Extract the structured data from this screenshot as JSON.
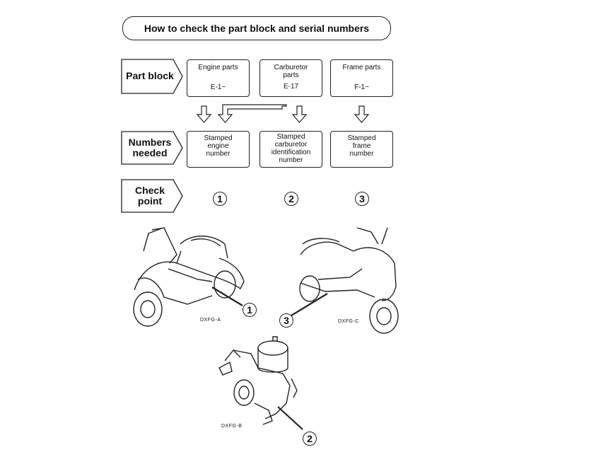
{
  "title": "How to check the part block and serial numbers",
  "rows": {
    "part_block": "Part block",
    "numbers_needed": [
      "Numbers",
      "needed"
    ],
    "check_point": [
      "Check",
      "point"
    ]
  },
  "part_blocks": [
    {
      "name_lines": [
        "Engine parts"
      ],
      "code": "E-1~"
    },
    {
      "name_lines": [
        "Carburetor",
        "parts"
      ],
      "code": "E-17"
    },
    {
      "name_lines": [
        "Frame parts"
      ],
      "code": "F-1~"
    }
  ],
  "numbers": [
    {
      "lines": [
        "Stamped",
        "engine",
        "number"
      ]
    },
    {
      "lines": [
        "Stamped",
        "carburetor",
        "identification",
        "number"
      ]
    },
    {
      "lines": [
        "Stamped",
        "frame",
        "number"
      ]
    }
  ],
  "check_points": [
    "1",
    "2",
    "3"
  ],
  "figures": {
    "engine": {
      "code": "DXFG-A",
      "callout": "1"
    },
    "frame": {
      "code": "DXFG-C",
      "callout": "3"
    },
    "carburetor": {
      "code": "DXFG-B",
      "callout": "2"
    }
  }
}
